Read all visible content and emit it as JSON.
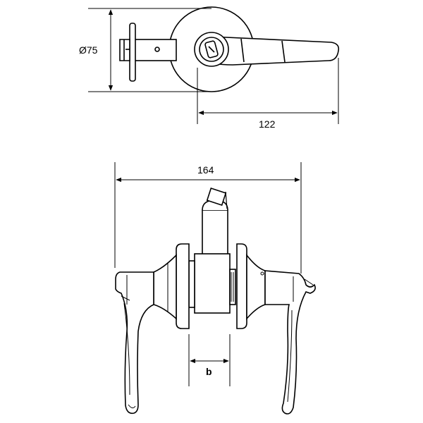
{
  "dimensions": {
    "rose_diameter": "Ø75",
    "lever_length": "122",
    "overall_width": "164",
    "door_thickness": "b"
  }
}
